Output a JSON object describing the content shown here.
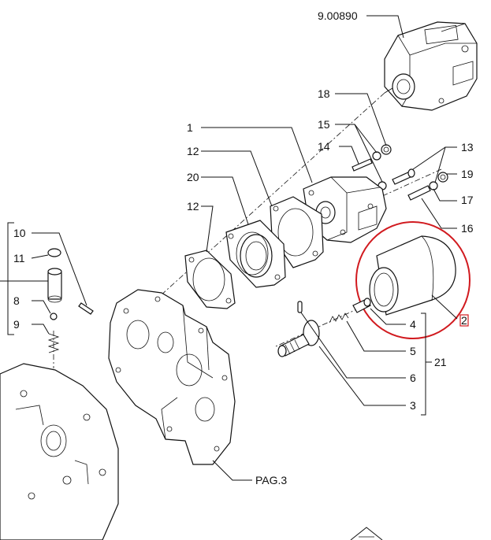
{
  "labels": {
    "l_9_00890": "9.00890",
    "l_18": "18",
    "l_15": "15",
    "l_1": "1",
    "l_14": "14",
    "l_13": "13",
    "l_12a": "12",
    "l_20": "20",
    "l_19": "19",
    "l_17": "17",
    "l_12b": "12",
    "l_16": "16",
    "l_10": "10",
    "l_11": "11",
    "l_8": "8",
    "l_9": "9",
    "l_4": "4",
    "l_2": "2",
    "l_5": "5",
    "l_21": "21",
    "l_6": "6",
    "l_3": "3",
    "l_pag": "PAG.3"
  },
  "colors": {
    "line": "#111111",
    "highlight": "#d11a1f"
  }
}
